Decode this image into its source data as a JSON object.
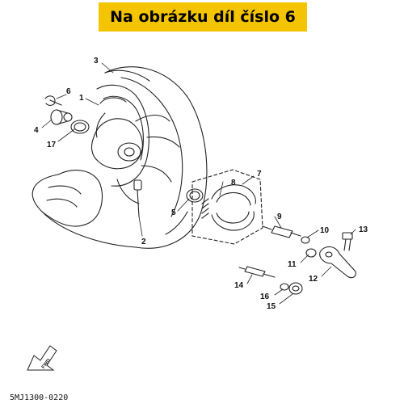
{
  "banner": {
    "text": "Na obrázku díl číslo 6",
    "color": "#f4c400"
  },
  "callouts": {
    "p1": "1",
    "p2": "2",
    "p3": "3",
    "p4": "4",
    "p5": "5",
    "p6": "6",
    "p7": "7",
    "p8": "8",
    "p9": "9",
    "p10": "10",
    "p11": "11",
    "p12": "12",
    "p13": "13",
    "p14": "14",
    "p15": "15",
    "p16": "16",
    "p17": "17"
  },
  "fwd_label": "FWD",
  "doc_code": "5MJ1300-0220"
}
